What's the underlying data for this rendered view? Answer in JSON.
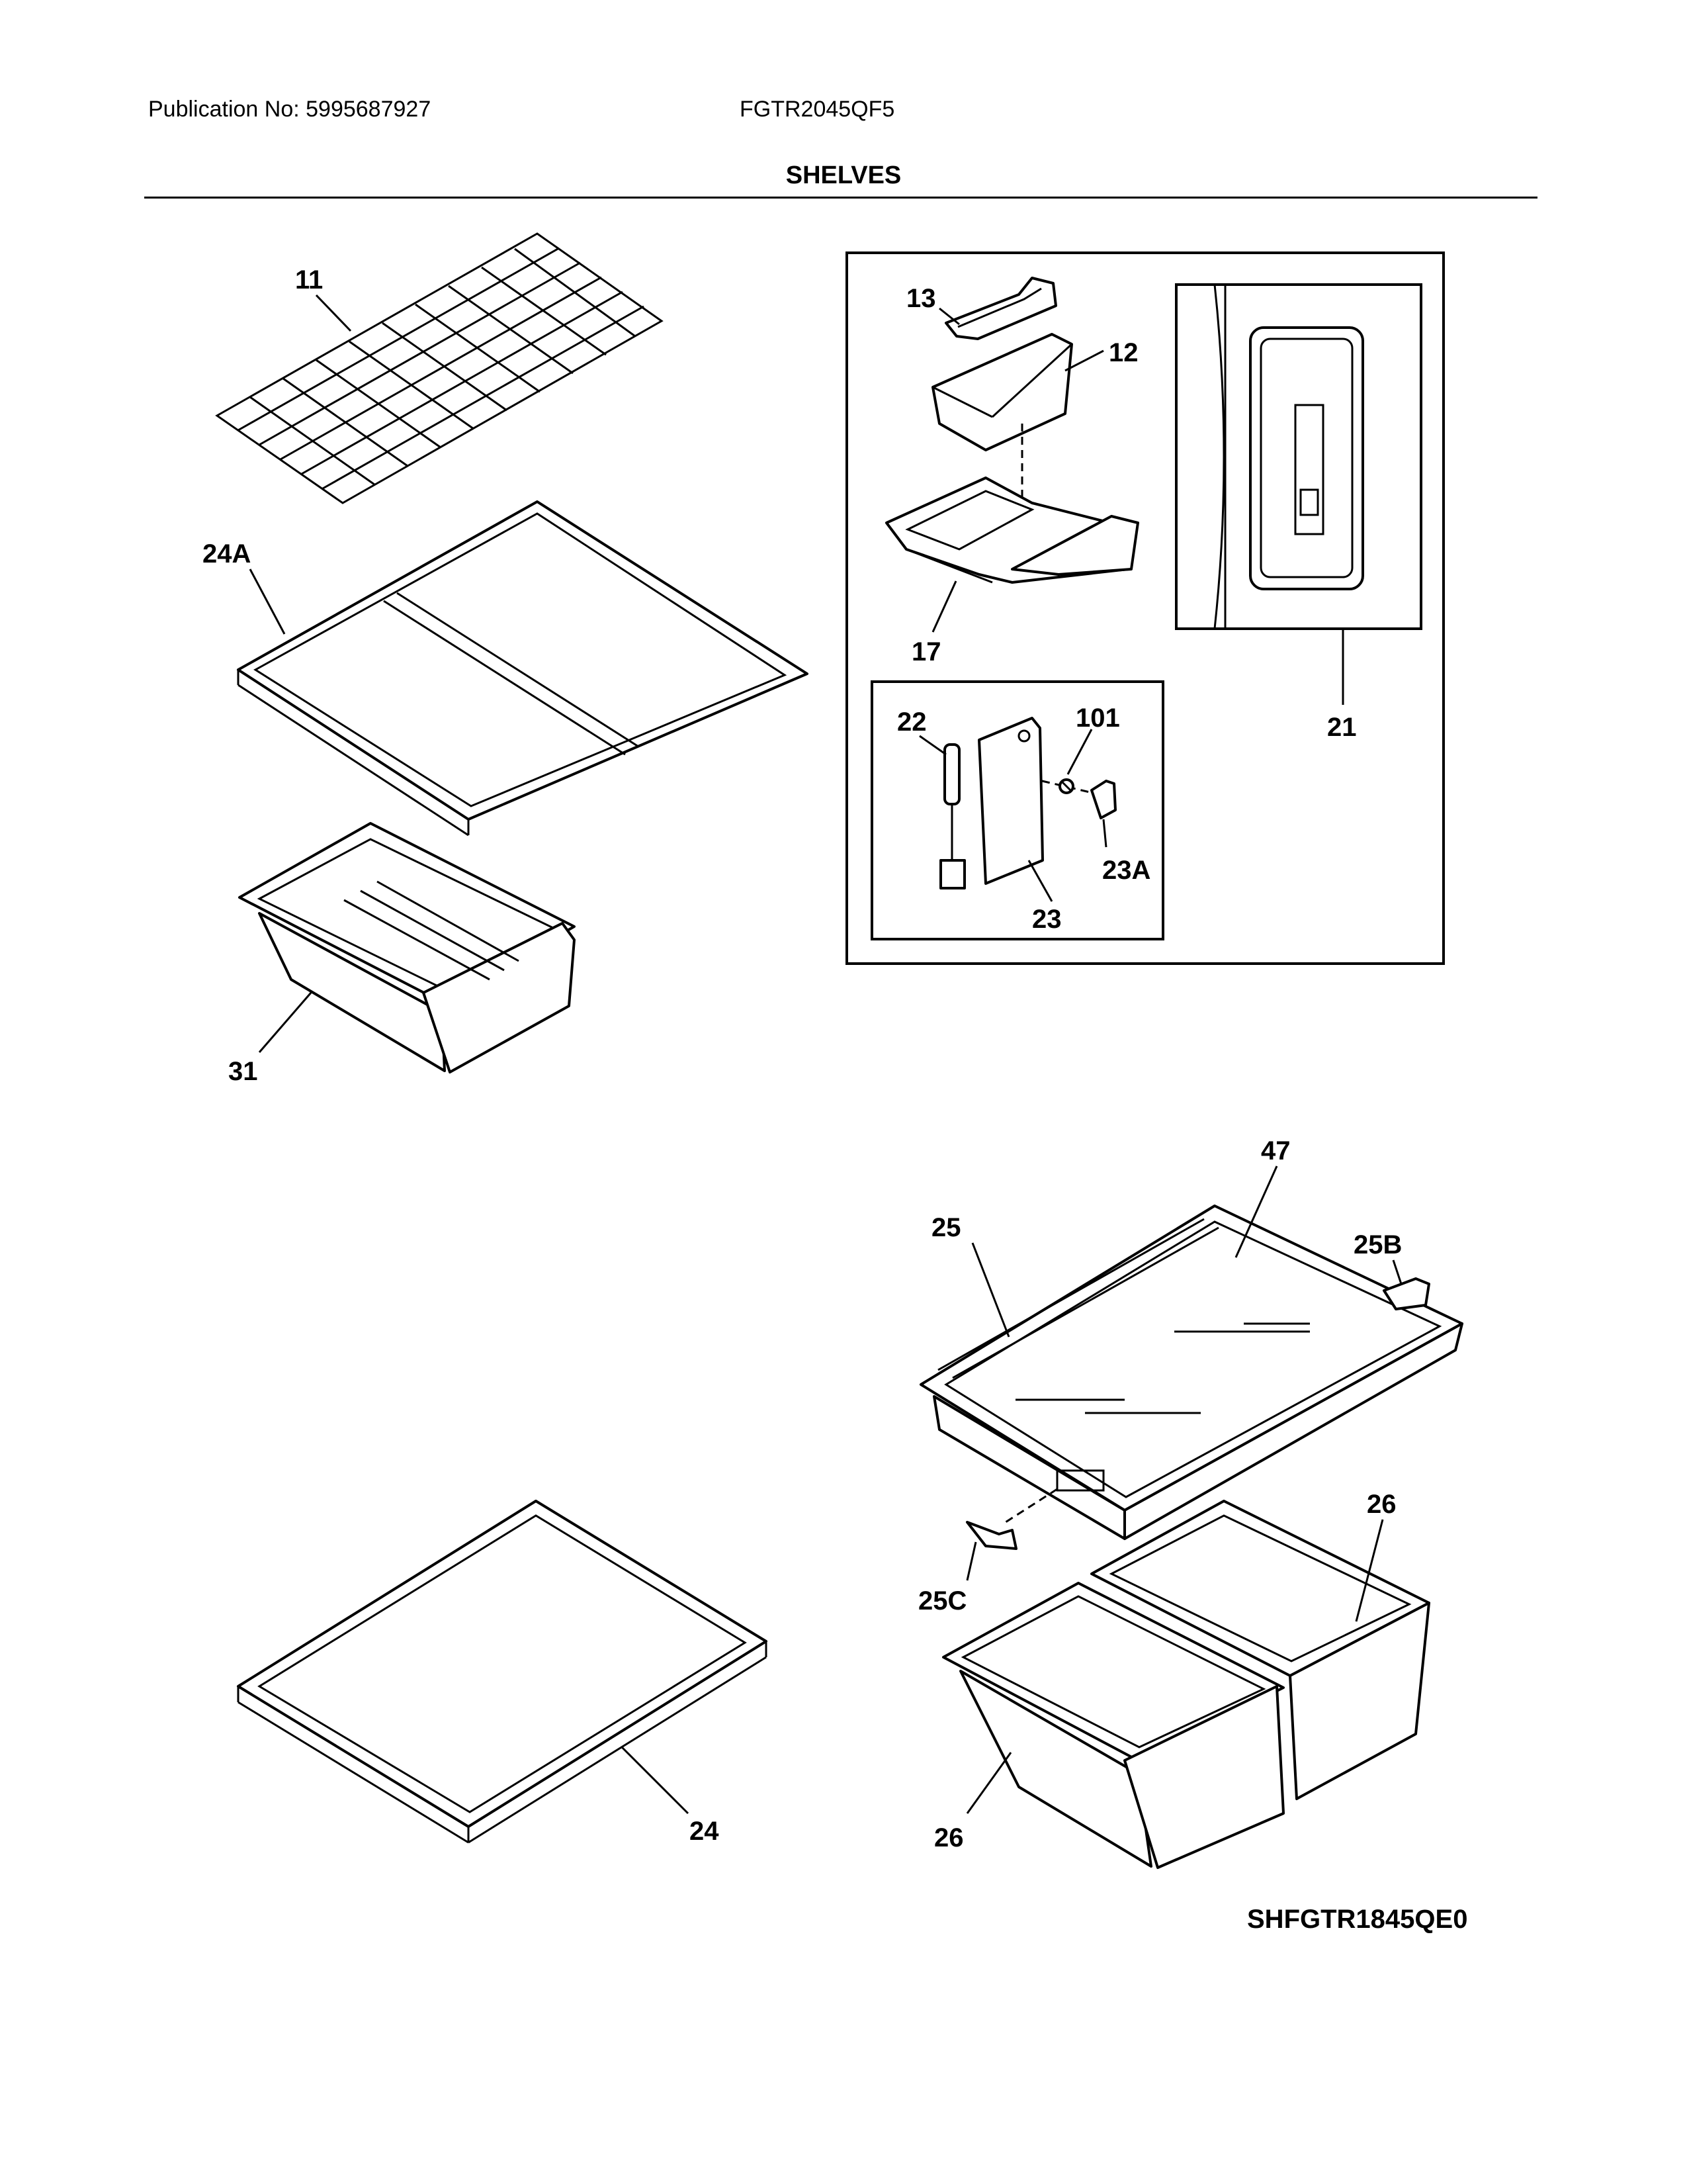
{
  "header": {
    "publication": "Publication No: 5995687927",
    "model": "FGTR2045QF5",
    "section_title": "SHELVES"
  },
  "diagram_code": "SHFGTR1845QE0",
  "callouts": {
    "c11": "11",
    "c24A": "24A",
    "c31": "31",
    "c13": "13",
    "c12": "12",
    "c17": "17",
    "c21": "21",
    "c22": "22",
    "c101": "101",
    "c23A": "23A",
    "c23": "23",
    "c47": "47",
    "c25": "25",
    "c25B": "25B",
    "c25C": "25C",
    "c26a": "26",
    "c26b": "26",
    "c24": "24"
  }
}
